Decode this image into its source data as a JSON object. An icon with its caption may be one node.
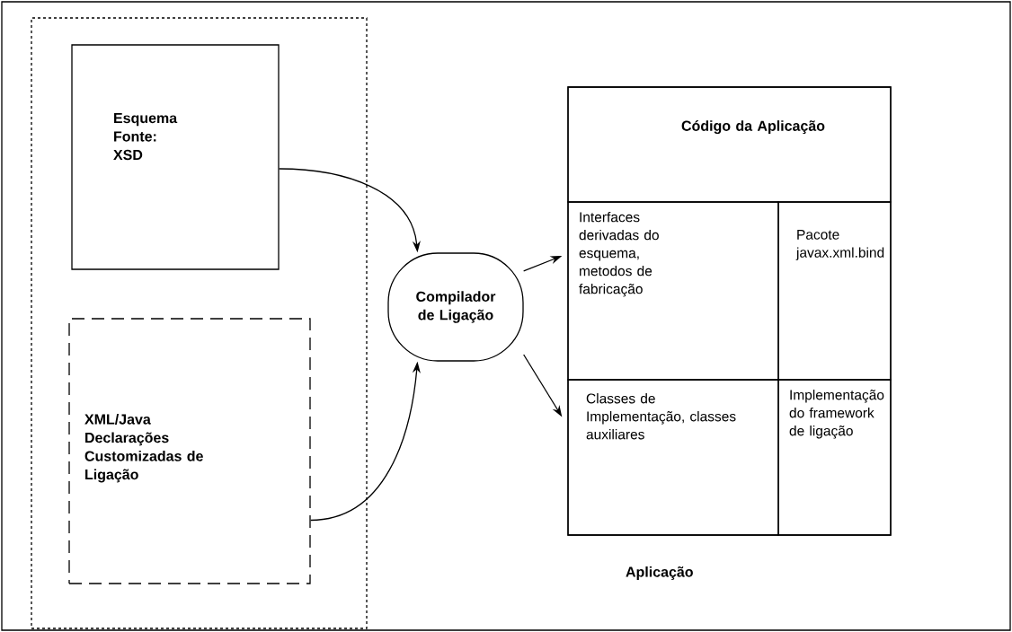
{
  "diagram": {
    "nodes": [
      {
        "text": [],
        "shape": "box"
      },
      {
        "text": [
          "Esquema Fonte: XSD"
        ],
        "in": 0
      },
      {
        "text": [
          "XML/Java Declarações Customizadas de Ligação"
        ],
        "in": 0
      },
      {
        "text": [
          "Compilador de Ligação"
        ]
      },
      {
        "text": [
          "Aplicação"
        ]
      },
      {
        "text": [
          "Código da Aplicação"
        ],
        "in": 4
      },
      {
        "text": [
          "Interfaces derivadas do esquema, metodos de fabricação"
        ],
        "in": 4
      },
      {
        "text": [
          "Pacote javax.xml.bind"
        ],
        "in": 4
      },
      {
        "text": [
          "Classes de Implementação, classes auxiliares"
        ],
        "in": 4
      },
      {
        "text": [
          "Implementação do framework de ligação"
        ],
        "in": 4
      }
    ],
    "edges": [
      {
        "from": 1,
        "to": 3,
        "arrow": "to"
      },
      {
        "from": 2,
        "to": 3,
        "arrow": "to"
      },
      {
        "from": 3,
        "to": 6,
        "arrow": "to"
      },
      {
        "from": 3,
        "to": 8,
        "arrow": "to"
      }
    ]
  }
}
